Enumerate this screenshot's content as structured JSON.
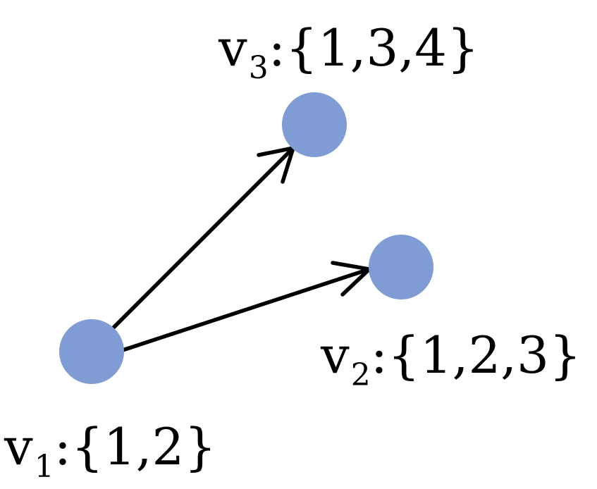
{
  "diagram": {
    "node_color": "#7f9cd4",
    "edge_color": "#000000",
    "nodes": [
      {
        "id": "v1",
        "name": "v",
        "subscript": "1",
        "set": ":{1,2}"
      },
      {
        "id": "v2",
        "name": "v",
        "subscript": "2",
        "set": ":{1,2,3}"
      },
      {
        "id": "v3",
        "name": "v",
        "subscript": "3",
        "set": ":{1,3,4}"
      }
    ],
    "edges": [
      {
        "from": "v1",
        "to": "v3"
      },
      {
        "from": "v1",
        "to": "v2"
      }
    ]
  }
}
